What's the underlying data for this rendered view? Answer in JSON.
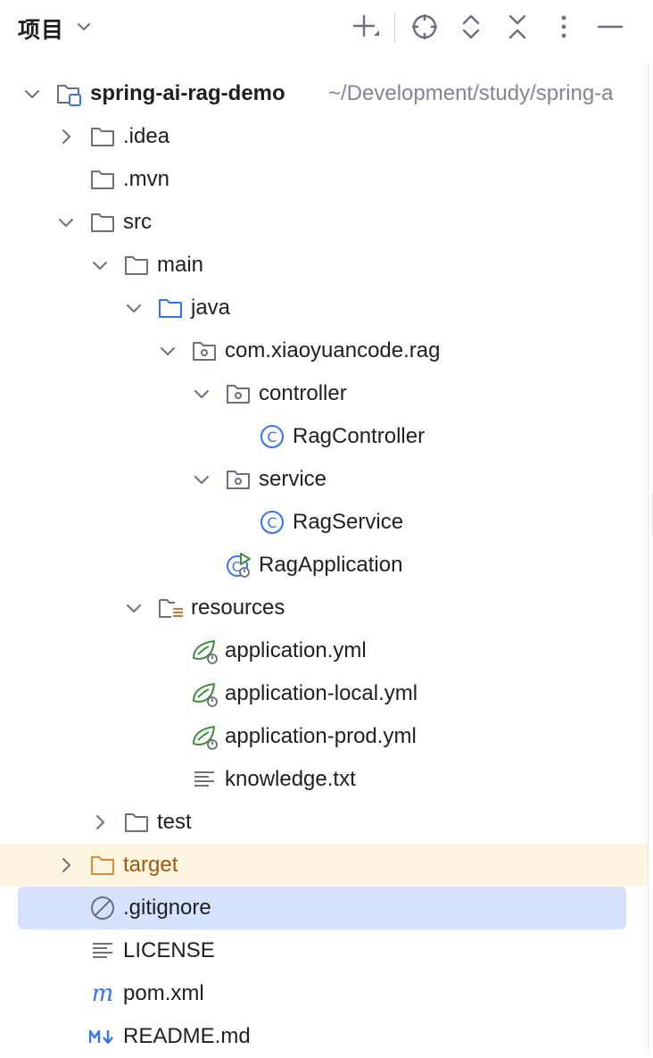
{
  "header": {
    "title": "项目",
    "toolbar": [
      "add-icon",
      "locate-icon",
      "expand-all-icon",
      "collapse-all-icon",
      "more-icon",
      "minimize-icon"
    ]
  },
  "tree": {
    "root": {
      "name": "spring-ai-rag-demo",
      "path": "~/Development/study/spring-a"
    },
    "idea": ".idea",
    "mvn": ".mvn",
    "src": "src",
    "main": "main",
    "java": "java",
    "pkg": "com.xiaoyuancode.rag",
    "controller": "controller",
    "rag_controller": "RagController",
    "service": "service",
    "rag_service": "RagService",
    "rag_application": "RagApplication",
    "resources": "resources",
    "app_yml": "application.yml",
    "app_local_yml": "application-local.yml",
    "app_prod_yml": "application-prod.yml",
    "knowledge": "knowledge.txt",
    "test": "test",
    "target": "target",
    "gitignore": ".gitignore",
    "license": "LICENSE",
    "pom": "pom.xml",
    "readme": "README.md"
  },
  "colors": {
    "selection": "#d6e2fb",
    "target_highlight": "#fdf5df",
    "target_text": "#a0590e",
    "class_icon": "#3574f0",
    "spring_icon": "#3e8f3e",
    "folder_outline": "#6c707e"
  }
}
